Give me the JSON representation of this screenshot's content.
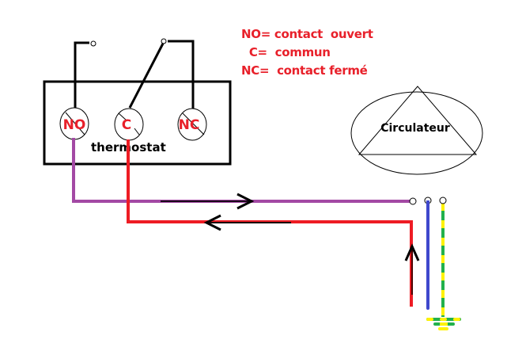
{
  "colors": {
    "accent": "#e8202a",
    "phase_wire": "#ee1c24",
    "neutral_return_wire": "#a349a4",
    "blue_wire": "#3f48cc",
    "earth_green": "#22b14c",
    "earth_yellow": "#fff200",
    "outline": "#000000"
  },
  "legend": {
    "no": "NO= contact  ouvert",
    "c": "  C=  commun",
    "nc": "NC=  contact fermé"
  },
  "thermostat": {
    "label": "thermostat",
    "terminals": [
      {
        "id": "no",
        "label": "NO"
      },
      {
        "id": "c",
        "label": "C"
      },
      {
        "id": "nc",
        "label": "NC"
      }
    ]
  },
  "circulator": {
    "label": "Circulateur"
  }
}
